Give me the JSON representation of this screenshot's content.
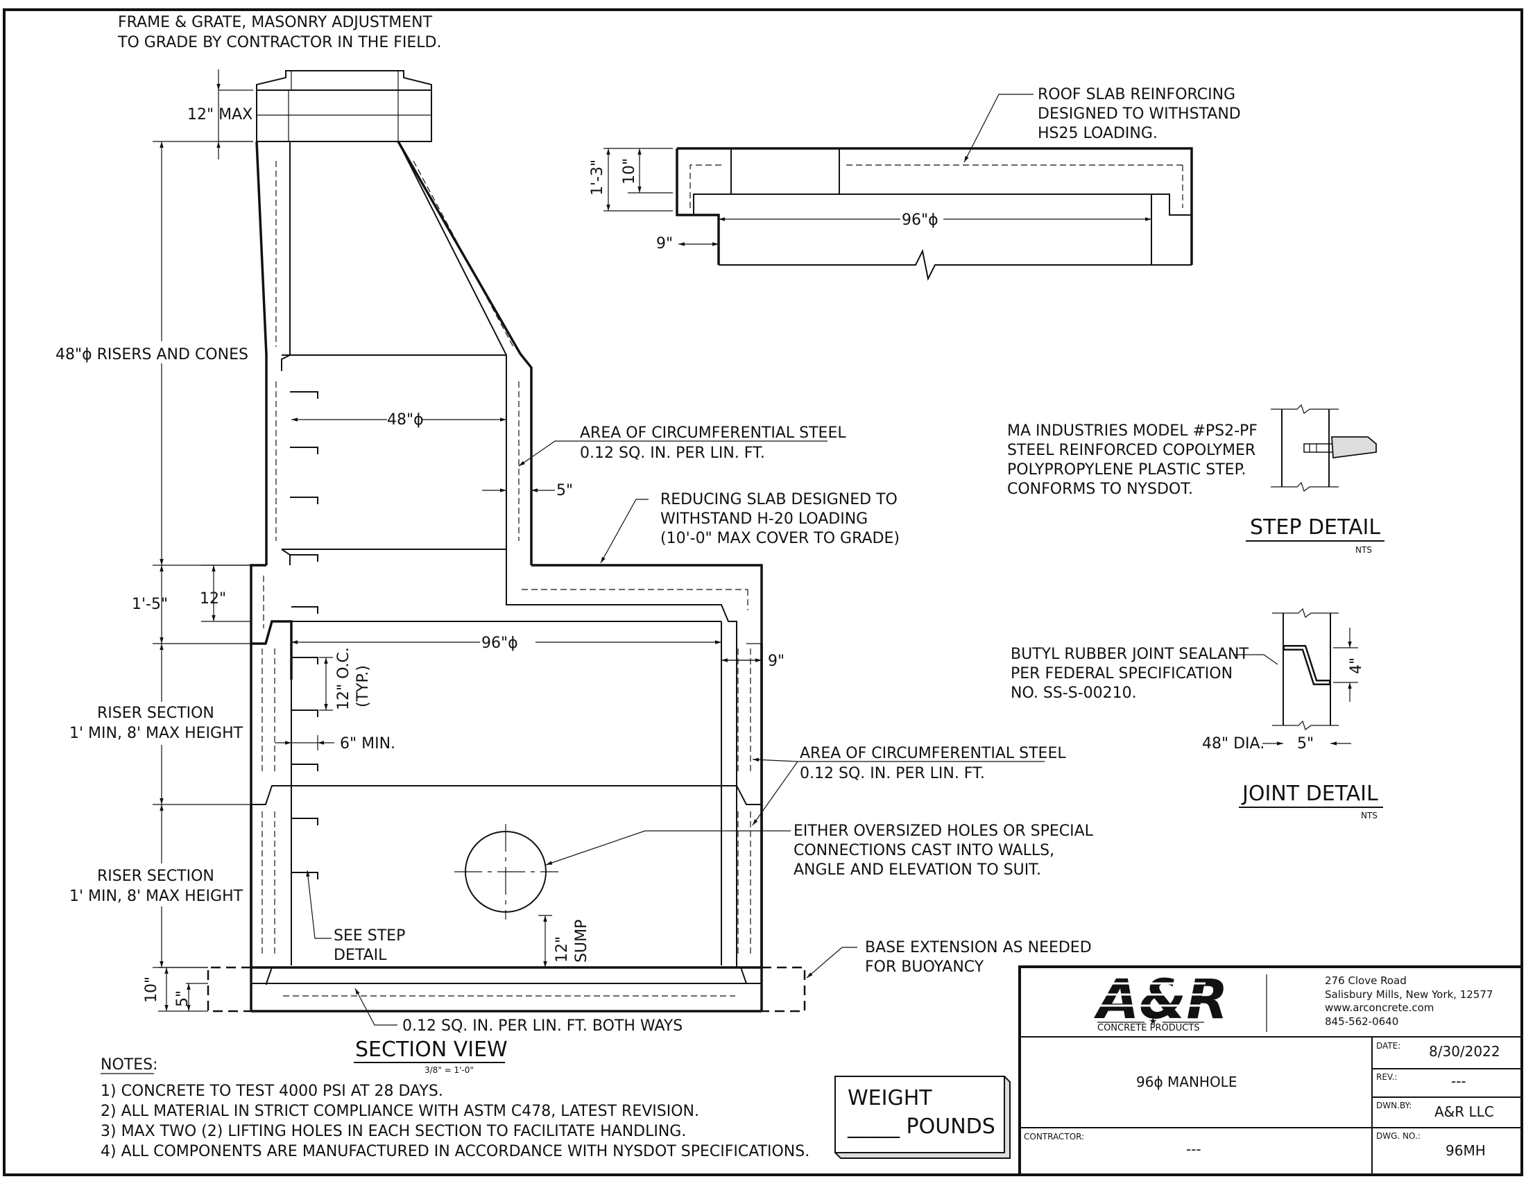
{
  "notes_top": {
    "frame_line1": "FRAME & GRATE, MASONRY ADJUSTMENT",
    "frame_line2": "TO GRADE BY CONTRACTOR IN THE FIELD."
  },
  "section_view": {
    "title": "SECTION VIEW",
    "scale": "3/8\" = 1'-0\"",
    "dims": {
      "max12": "12\" MAX",
      "risers_cones": "48\"ϕ RISERS AND CONES",
      "dia48": "48\"ϕ",
      "wall5": "5\"",
      "slab_1_5": "1'-5\"",
      "slab12": "12\"",
      "dia96": "96\"ϕ",
      "wall9": "9\"",
      "step_oc_1": "12\" O.C.",
      "step_oc_2": "(TYP.)",
      "min6": "6\" MIN.",
      "sump_1": "12\"",
      "sump_2": "SUMP",
      "base10": "10\"",
      "base5": "5\""
    },
    "labels": {
      "riser1_l1": "RISER SECTION",
      "riser1_l2": "1' MIN, 8' MAX HEIGHT",
      "riser2_l1": "RISER SECTION",
      "riser2_l2": "1' MIN, 8' MAX HEIGHT",
      "circ_steel_title": "AREA OF CIRCUMFERENTIAL STEEL",
      "circ_steel_sub": "0.12 SQ. IN. PER LIN. FT.",
      "reducing_l1": "REDUCING SLAB DESIGNED TO",
      "reducing_l2": "WITHSTAND   H-20   LOADING",
      "reducing_l3": "(10'-0\" MAX COVER TO GRADE)",
      "circ_steel2_title": "AREA OF CIRCUMFERENTIAL STEEL",
      "circ_steel2_sub": "0.12 SQ. IN. PER LIN. FT.",
      "holes_l1": "EITHER OVERSIZED HOLES OR SPECIAL",
      "holes_l2": "CONNECTIONS   CAST   INTO   WALLS,",
      "holes_l3": "ANGLE AND ELEVATION TO SUIT.",
      "step_ref_l1": "SEE STEP",
      "step_ref_l2": "DETAIL",
      "base_ext_l1": "BASE  EXTENSION  AS  NEEDED",
      "base_ext_l2": "FOR BUOYANCY",
      "base_steel": "0.12 SQ. IN. PER LIN. FT. BOTH WAYS"
    }
  },
  "roof_slab": {
    "label_l1": "ROOF  SLAB  REINFORCING",
    "label_l2": "DESIGNED TO WITHSTAND",
    "label_l3": "HS25 LOADING.",
    "dim_1_3": "1'-3\"",
    "dim_10": "10\"",
    "dim_9": "9\"",
    "dim_96": "96\"ϕ"
  },
  "step_detail": {
    "desc_l1": "MA INDUSTRIES MODEL #PS2-PF",
    "desc_l2": "STEEL REINFORCED COPOLYMER",
    "desc_l3": "POLYPROPYLENE PLASTIC STEP.",
    "desc_l4": "CONFORMS TO NYSDOT.",
    "title": "STEP DETAIL",
    "scale": "NTS"
  },
  "joint_detail": {
    "desc_l1": "BUTYL RUBBER JOINT SEALANT",
    "desc_l2": "PER   FEDERAL   SPECIFICATION",
    "desc_l3": "NO. SS-S-00210.",
    "dim_4": "4\"",
    "dia48": "48\" DIA.",
    "dim_5": "5\"",
    "title": "JOINT DETAIL",
    "scale": "NTS"
  },
  "notes": {
    "heading": "NOTES:",
    "items": [
      "1)  CONCRETE TO TEST 4000 PSI AT 28 DAYS.",
      "2)  ALL MATERIAL IN STRICT COMPLIANCE WITH ASTM C478, LATEST REVISION.",
      "3)  MAX TWO (2) LIFTING HOLES IN EACH SECTION TO FACILITATE HANDLING.",
      "4)  ALL COMPONENTS ARE MANUFACTURED IN ACCORDANCE WITH NYSDOT SPECIFICATIONS."
    ]
  },
  "weight_box": {
    "line1": "WEIGHT",
    "line2": "_____ POUNDS"
  },
  "title_block": {
    "logo_text": "A&R",
    "logo_sub": "CONCRETE PRODUCTS",
    "address_l1": "276 Clove Road",
    "address_l2": "Salisbury Mills, New York, 12577",
    "address_l3": "www.arconcrete.com",
    "address_l4": "845-562-0640",
    "drawing_title": "96ϕ MANHOLE",
    "contractor_label": "CONTRACTOR:",
    "contractor_value": "---",
    "date_label": "DATE:",
    "date_value": "8/30/2022",
    "rev_label": "REV.:",
    "rev_value": "---",
    "dwn_label": "DWN.BY:",
    "dwn_value": "A&R LLC",
    "dwg_label": "DWG. NO.:",
    "dwg_value": "96MH"
  }
}
